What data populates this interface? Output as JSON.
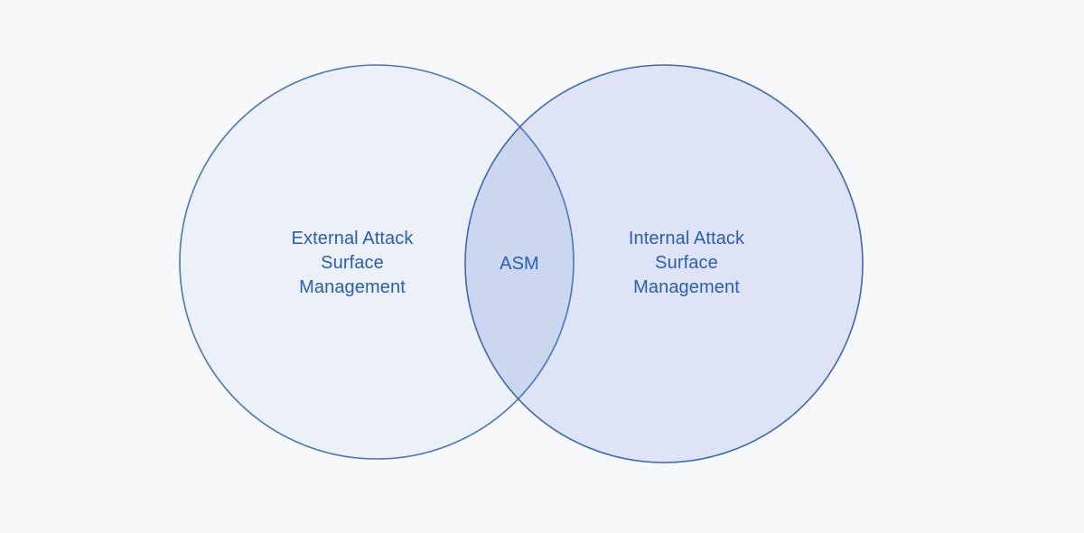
{
  "venn": {
    "background_color": "#f7f8fa",
    "text_color": "#2b5cb6",
    "left": {
      "label": "External Attack Surface Management",
      "lines": [
        "External Attack",
        "Surface",
        "Management"
      ],
      "fill": "#ecf1f8",
      "stroke": "#4a74bd"
    },
    "right": {
      "label": "Internal Attack Surface Management",
      "lines": [
        "Internal Attack",
        "Surface",
        "Management"
      ],
      "fill": "#dee4f6",
      "stroke": "#3c68b6"
    },
    "intersection": {
      "label": "ASM",
      "fill": "#cad7ee"
    }
  }
}
